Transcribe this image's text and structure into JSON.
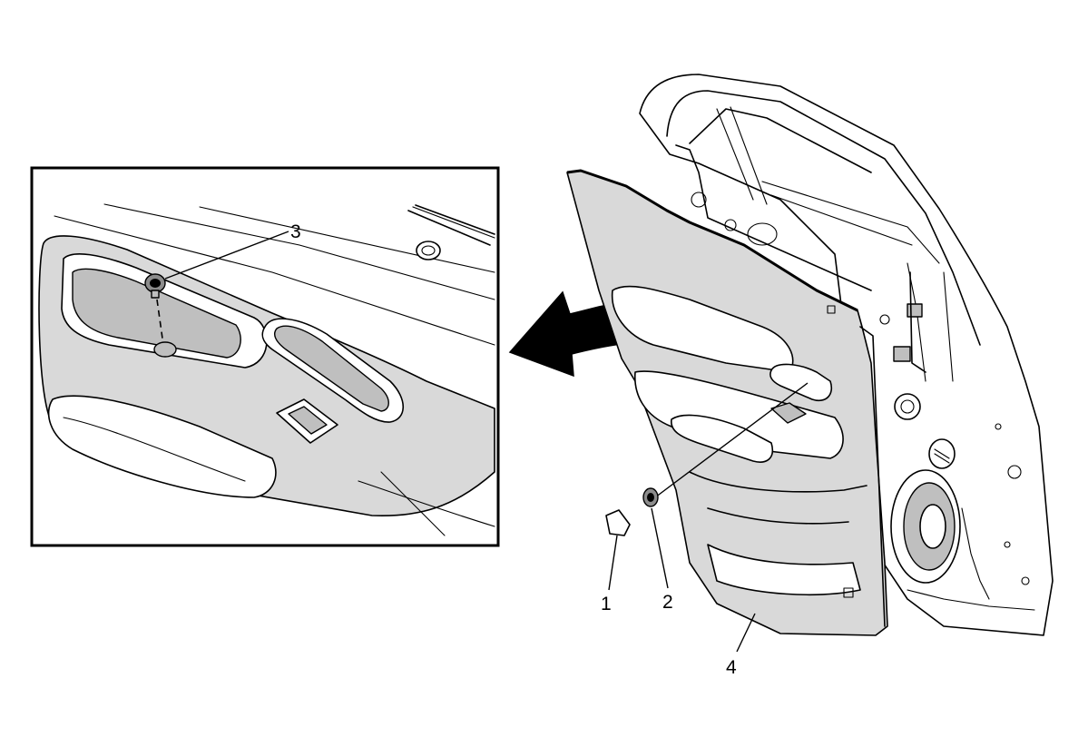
{
  "callouts": [
    {
      "id": "1",
      "label": "1"
    },
    {
      "id": "2",
      "label": "2"
    },
    {
      "id": "3",
      "label": "3"
    },
    {
      "id": "4",
      "label": "4"
    }
  ],
  "colors": {
    "line": "#000000",
    "panel_fill": "#d9d9d9",
    "background": "#ffffff",
    "arrow": "#000000"
  }
}
